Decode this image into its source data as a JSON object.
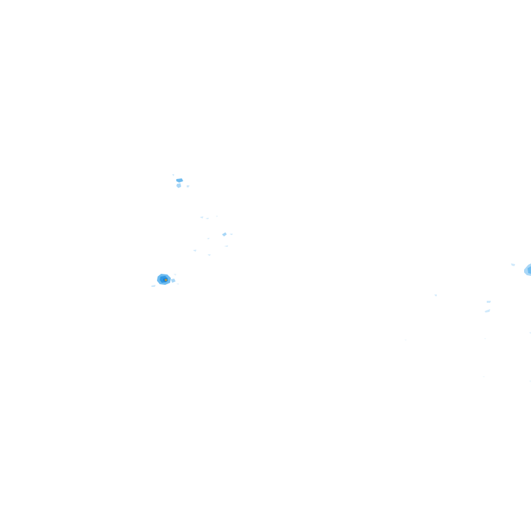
{
  "map": {
    "type": "radar-precipitation-overlay",
    "background_color": "#ffffff",
    "palette": {
      "light": "#cfe9fb",
      "light_mid": "#a9d7f7",
      "mid": "#6fbcf0",
      "strong": "#2f97e3",
      "core": "#1f7fd0",
      "peak": "#c89a2a"
    },
    "echo_clusters": [
      {
        "name": "cluster-northwest",
        "intensity": "light_mid"
      },
      {
        "name": "cluster-central-scatter",
        "intensity": "light"
      },
      {
        "name": "cluster-west-core",
        "intensity": "strong"
      },
      {
        "name": "cluster-east-edge",
        "intensity": "light_mid"
      },
      {
        "name": "cluster-east-scatter",
        "intensity": "light"
      }
    ]
  }
}
